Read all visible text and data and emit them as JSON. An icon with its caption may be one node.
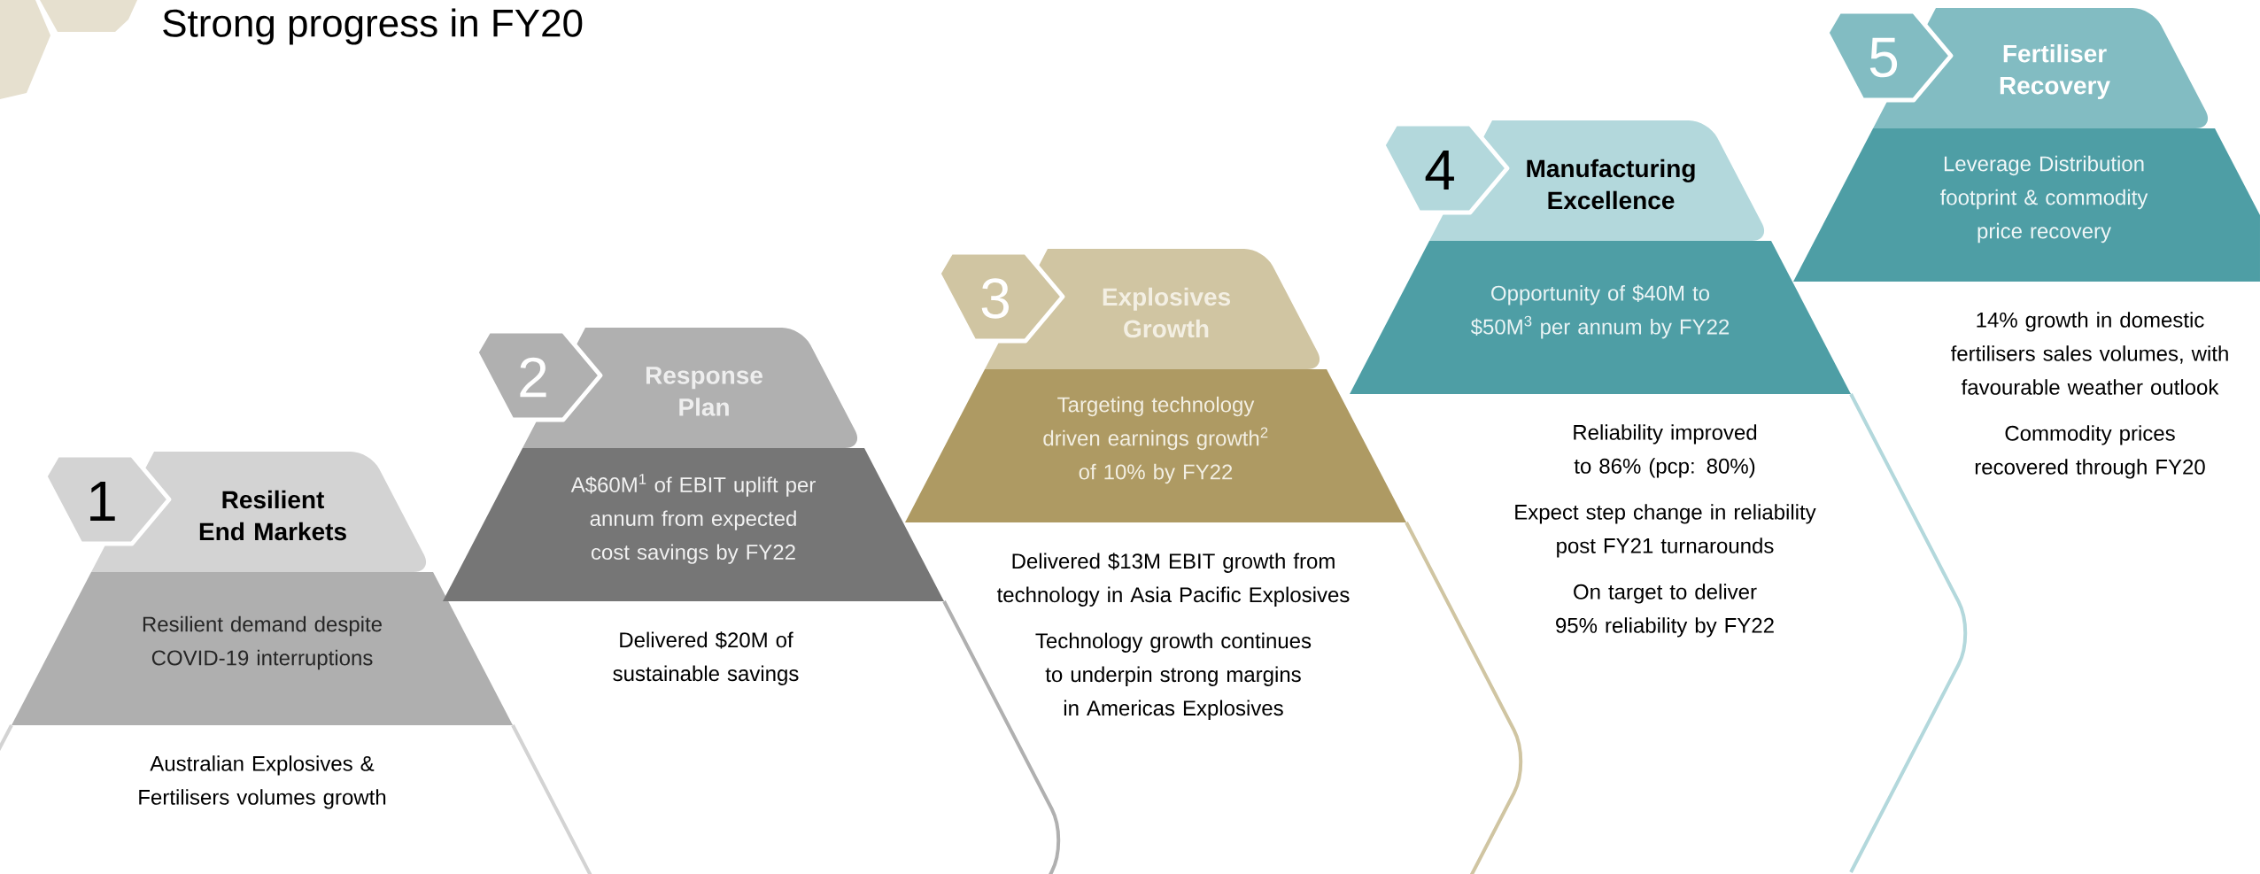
{
  "diagram": {
    "title": "Strong progress in FY20",
    "nodes": [
      {
        "text": [
          "1",
          "Resilient End Markets"
        ]
      },
      {
        "text": [
          "Resilient demand despite COVID-19 interruptions"
        ],
        "beside": [
          "Australian Explosives & Fertilisers volumes growth"
        ]
      },
      {
        "text": [
          "2",
          "Response Plan"
        ]
      },
      {
        "text": [
          "A$60M$^{1}$ of EBIT uplift per annum from expected cost savings by FY22"
        ],
        "beside": [
          "Delivered $20M of sustainable savings"
        ]
      },
      {
        "text": [
          "3",
          "Explosives Growth"
        ]
      },
      {
        "text": [
          "Targeting technology driven earnings growth$^{2}$ of 10% by FY22"
        ],
        "beside": [
          "Delivered $13M EBIT growth from technology in Asia Pacific Explosives",
          "Technology growth continues to underpin strong margins in Americas Explosives"
        ]
      },
      {
        "text": [
          "4",
          "Manufacturing Excellence"
        ]
      },
      {
        "text": [
          "Opportunity of $40M to $50M$^{3}$ per annum by FY22"
        ],
        "beside": [
          "Reliability improved to 86% (pcp: 80%)",
          "Expect step change in reliability post FY21 turnarounds",
          "On target to deliver 95% reliability by FY22"
        ]
      },
      {
        "text": [
          "5",
          "Fertiliser Recovery"
        ]
      },
      {
        "text": [
          "Leverage Distribution footprint & commodity price recovery"
        ],
        "beside": [
          "14% growth in domestic fertilisers sales volumes, with favourable weather outlook",
          "Commodity prices recovered through FY20"
        ]
      }
    ]
  }
}
